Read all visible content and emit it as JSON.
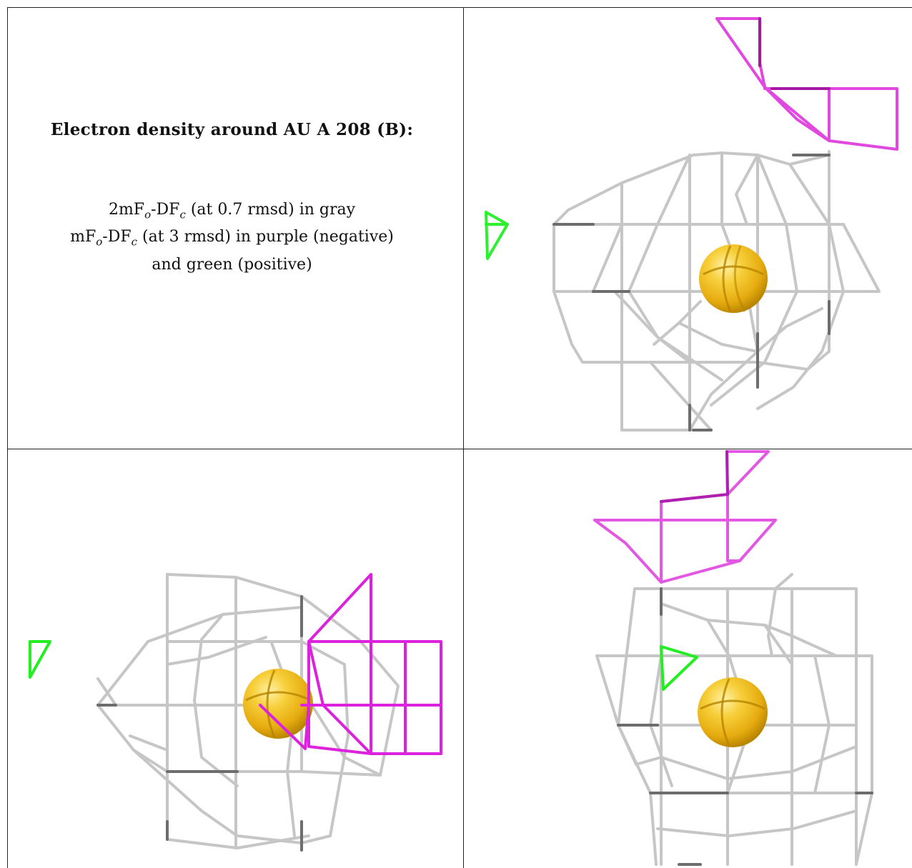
{
  "caption": {
    "title": "Electron density around AU A 208 (B):",
    "line1_pre": "2mF",
    "line1_sub1": "o",
    "line1_mid": "-DF",
    "line1_sub2": "c",
    "line1_post": " (at 0.7 rmsd) in gray",
    "line2_pre": "mF",
    "line2_sub1": "o",
    "line2_mid": "-DF",
    "line2_sub2": "c",
    "line2_post": " (at 3 rmsd) in purple (negative)",
    "line3": "and green (positive)"
  },
  "colors": {
    "mesh_gray": "#c4c4c4",
    "mesh_dark": "#6e6e6e",
    "negative_purple": "#dd22dd",
    "positive_green": "#22ee22",
    "atom_gold": "#f2bd1c",
    "border": "#222222"
  },
  "icons": {
    "atom": "gold-sphere",
    "positive_density": "green-triangle-mesh",
    "negative_density": "magenta-box-mesh"
  }
}
